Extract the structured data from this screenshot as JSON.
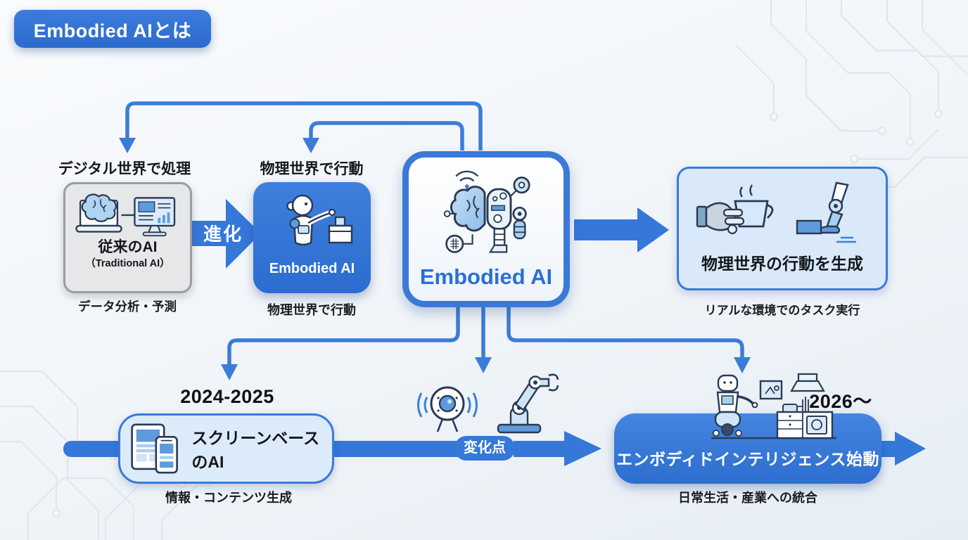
{
  "title": "Embodied AIとは",
  "colors": {
    "primary_blue": "#3578D8",
    "connector_blue": "#3C7CD9",
    "light_blue_fill": "#D9E9F9",
    "deep_blue_box": "#2D6ECF",
    "gray_fill": "#E6E7E9",
    "gray_border": "#9A9CA1",
    "text_dark": "#14171C",
    "center_name_blue": "#2B6FD3"
  },
  "flow": {
    "traditional": {
      "label_above": "デジタル世界で処理",
      "name": "従来のAI",
      "name_en": "（Traditional AI）",
      "caption": "データ分析・予測",
      "icon": "brain-laptop-and-monitor-icon"
    },
    "evolution_label": "進化",
    "embodied_small": {
      "label_above": "物理世界で行動",
      "name": "Embodied AI",
      "caption": "物理世界で行動",
      "icon": "robot-pressing-button-icon"
    },
    "center": {
      "name": "Embodied AI",
      "icon": "brain-robot-hybrid-icon"
    },
    "output": {
      "title": "物理世界の行動を生成",
      "caption": "リアルな環境でのタスク実行",
      "icons": [
        "robot-hand-cup-icon",
        "robot-legs-icon"
      ]
    }
  },
  "timeline": {
    "era1": {
      "year": "2024-2025",
      "title": "スクリーンベースのAI",
      "caption": "情報・コンテンツ生成",
      "icon": "tablet-phone-icon"
    },
    "change_label": "変化点",
    "change_icons": [
      "sensor-camera-icon",
      "robot-arm-icon"
    ],
    "era2": {
      "year": "2026〜",
      "title": "エンボディドインテリジェンス始動",
      "caption": "日常生活・産業への統合",
      "icon": "kitchen-robot-icon"
    }
  }
}
